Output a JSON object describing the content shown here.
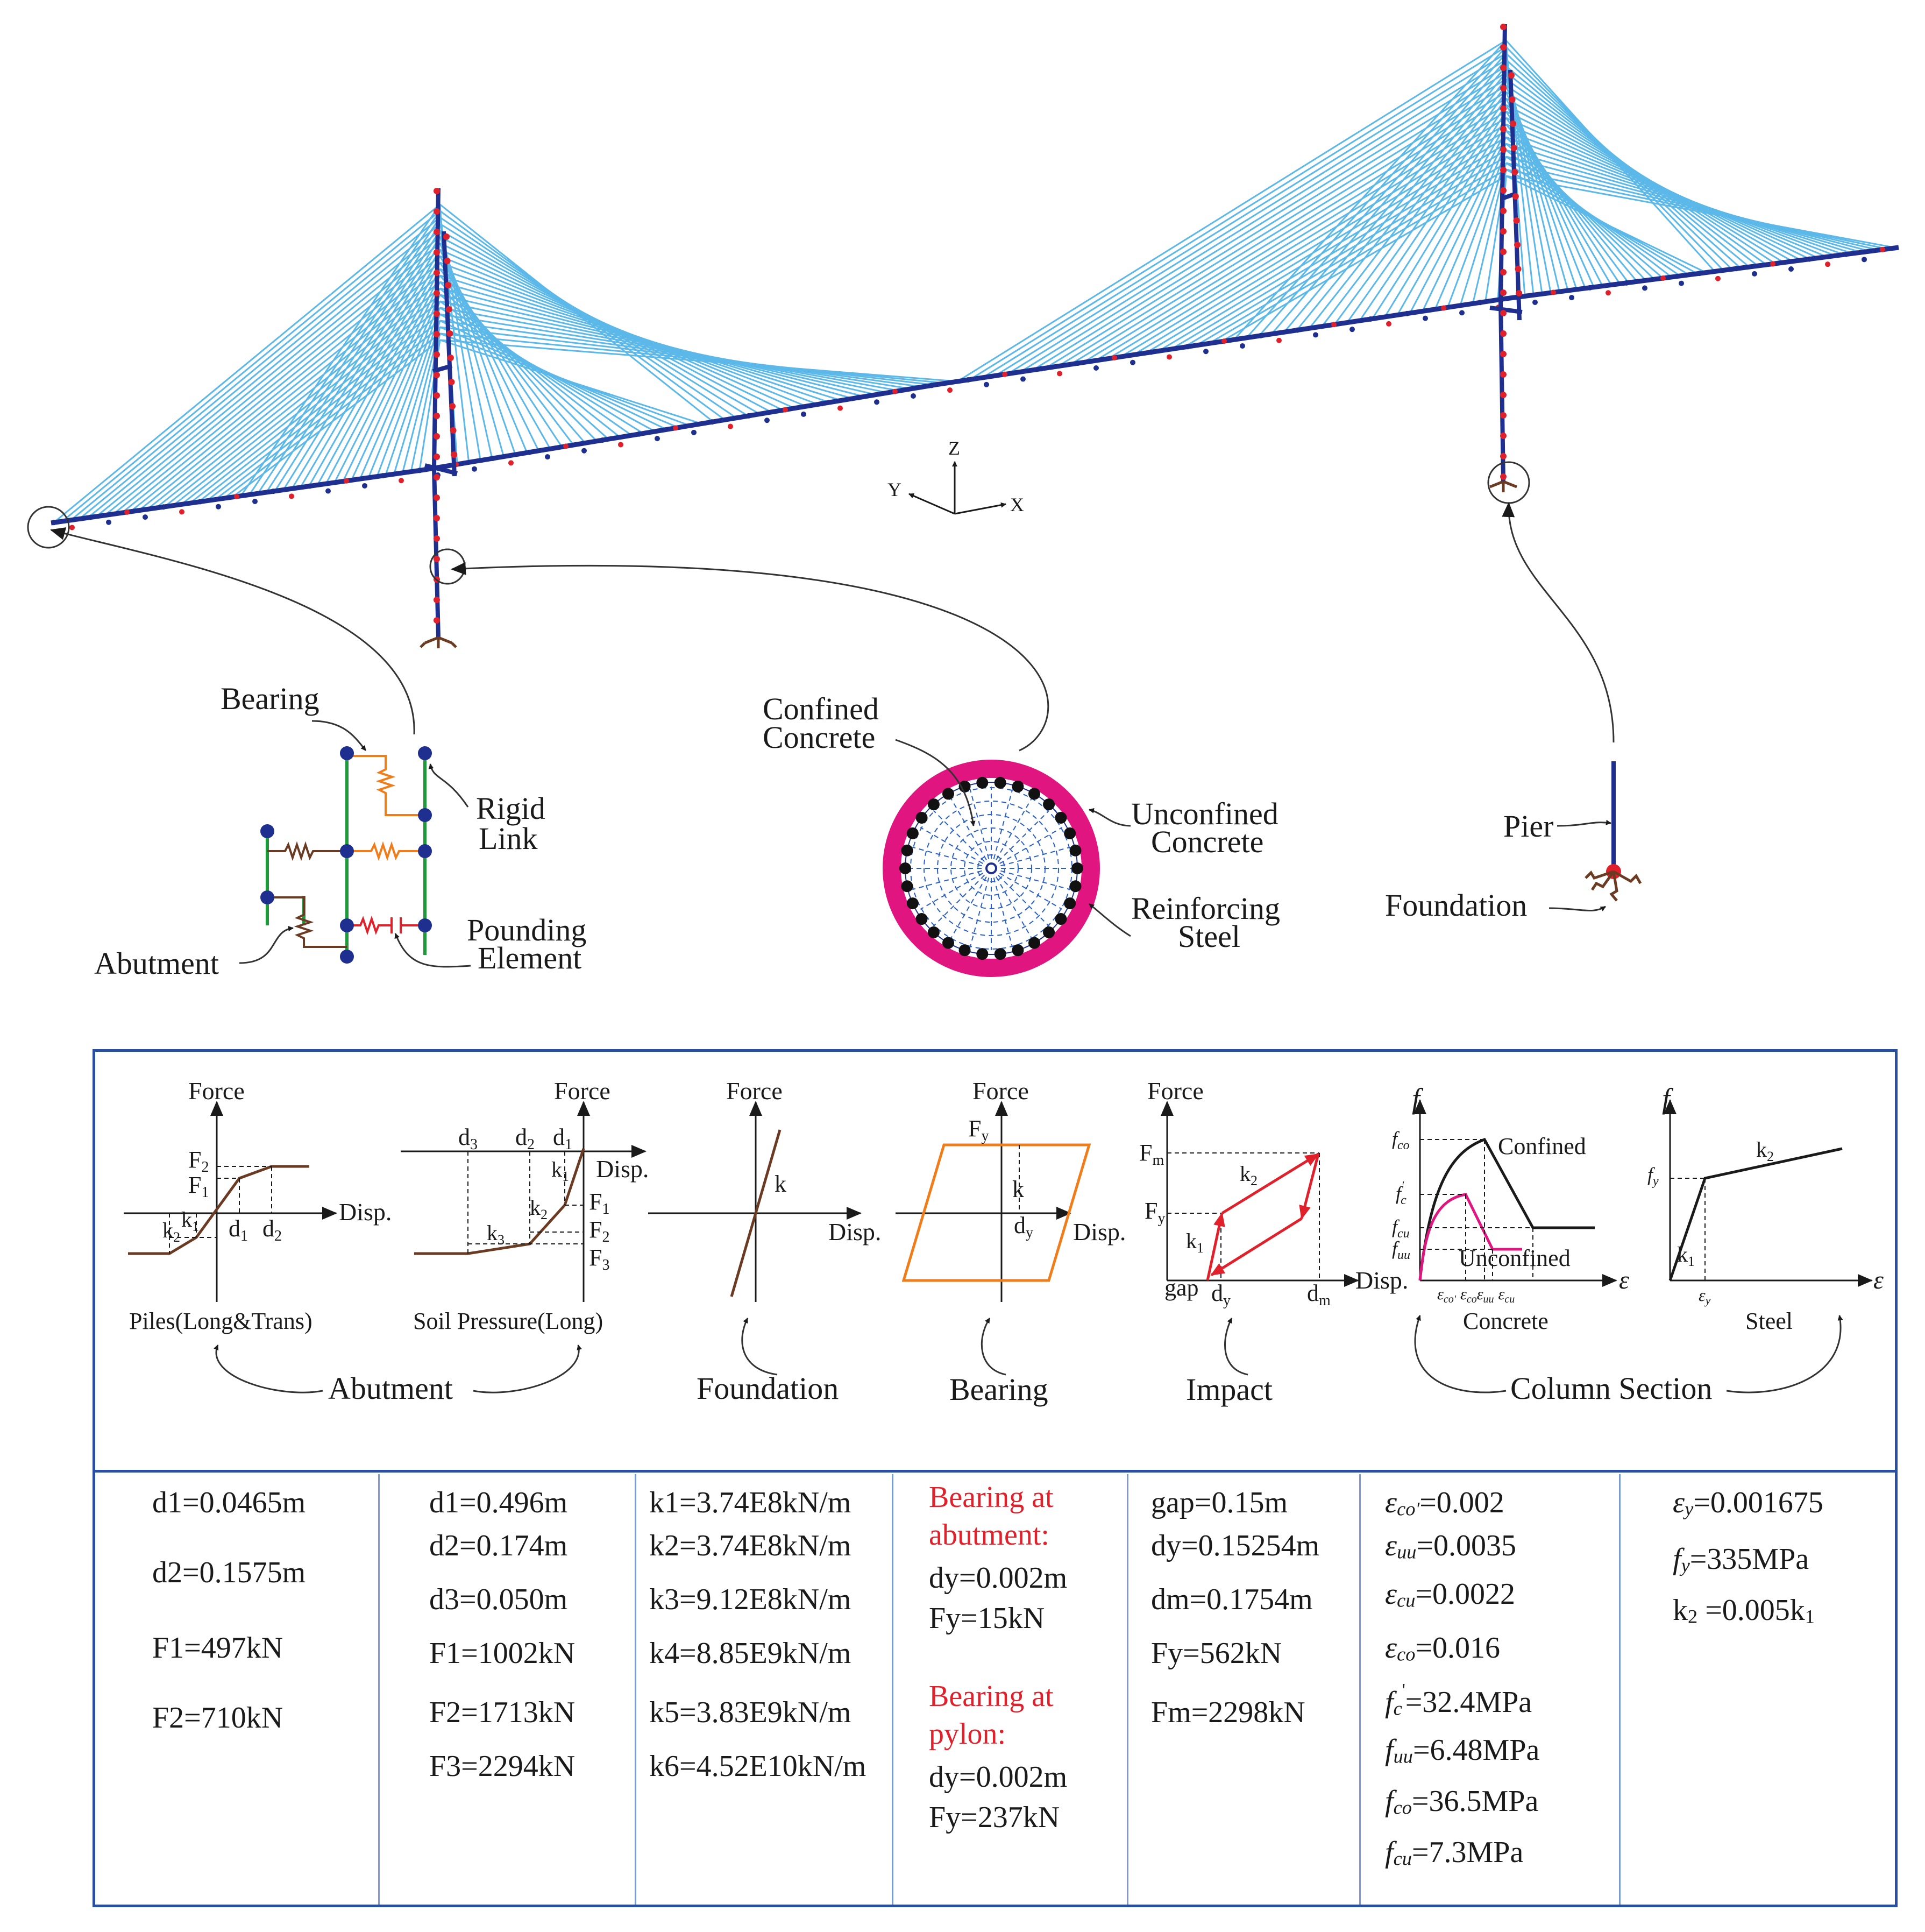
{
  "axes_triad": {
    "z": "Z",
    "y": "Y",
    "x": "X"
  },
  "bridge_callouts": {
    "bearing": "Bearing",
    "rigid_link_1": "Rigid",
    "rigid_link_2": "Link",
    "abutment": "Abutment",
    "pounding_1": "Pounding",
    "pounding_2": "Element",
    "confined_1": "Confined",
    "confined_2": "Concrete",
    "unconfined_1": "Unconfined",
    "unconfined_2": "Concrete",
    "reinforcing_1": "Reinforcing",
    "reinforcing_2": "Steel",
    "pier": "Pier",
    "foundation": "Foundation"
  },
  "plots": {
    "piles": {
      "ylabel": "Force",
      "xlabel": "Disp.",
      "F2": "F",
      "F1": "F",
      "d1": "d",
      "d2": "d",
      "k1": "k",
      "k2": "k",
      "caption": "Piles(Long&Trans)"
    },
    "soil": {
      "ylabel": "Force",
      "xlabel": "Disp.",
      "d3": "d",
      "d2": "d",
      "d1": "d",
      "k1": "k",
      "k2": "k",
      "k3": "k",
      "F1": "F",
      "F2": "F",
      "F3": "F",
      "caption": "Soil Pressure(Long)"
    },
    "abutment_group": "Abutment",
    "foundation": {
      "ylabel": "Force",
      "xlabel": "Disp.",
      "k": "k",
      "caption": "Foundation"
    },
    "bearing": {
      "ylabel": "Force",
      "xlabel": "Disp.",
      "Fy": "F",
      "k": "k",
      "dy": "d",
      "caption": "Bearing"
    },
    "impact": {
      "ylabel": "Force",
      "xlabel": "Disp.",
      "Fm": "F",
      "Fy": "F",
      "k1": "k",
      "k2": "k",
      "gap": "gap",
      "dy": "d",
      "dm": "d",
      "caption": "Impact"
    },
    "concrete": {
      "ylabel": "f",
      "xlabel": "ε",
      "confined": "Confined",
      "unconfined": "Unconfined",
      "caption": "Concrete"
    },
    "steel": {
      "ylabel": "f",
      "xlabel": "ε",
      "k1": "k",
      "k2": "k",
      "caption": "Steel"
    },
    "column_group": "Column Section"
  },
  "parameters": {
    "piles": [
      "d1=0.0465m",
      "d2=0.1575m",
      "F1=497kN",
      "F2=710kN"
    ],
    "soil": [
      "d1=0.496m",
      "d2=0.174m",
      "d3=0.050m",
      "F1=1002kN",
      "F2=1713kN",
      "F3=2294kN"
    ],
    "foundation": [
      "k1=3.74E8kN/m",
      "k2=3.74E8kN/m",
      "k3=9.12E8kN/m",
      "k4=8.85E9kN/m",
      "k5=3.83E9kN/m",
      "k6=4.52E10kN/m"
    ],
    "bearing": {
      "abutment_title_1": "Bearing at",
      "abutment_title_2": "abutment:",
      "abutment_dy": "dy=0.002m",
      "abutment_Fy": "Fy=15kN",
      "pylon_title_1": "Bearing at",
      "pylon_title_2": "pylon:",
      "pylon_dy": "dy=0.002m",
      "pylon_Fy": "Fy=237kN"
    },
    "impact": [
      "gap=0.15m",
      "dy=0.15254m",
      "dm=0.1754m",
      "Fy=562kN",
      "Fm=2298kN"
    ],
    "concrete": {
      "eco_prime": "=0.002",
      "euu": "=0.0035",
      "ecu": "=0.0022",
      "eco": "=0.016",
      "fc_prime": "=32.4MPa",
      "fuu": "=6.48MPa",
      "fco": "=36.5MPa",
      "fcu": "=7.3MPa"
    },
    "steel": {
      "ey": "=0.001675",
      "fy": "=335MPa",
      "k2": "=0.005k"
    }
  },
  "colors": {
    "cables": "#5bb8e8",
    "deck": "#1f2f8f",
    "nodes": "#e0202a",
    "bearing_spring": "#f07d1a",
    "pounding": "#e0202a",
    "column_shell": "#e0157f",
    "unconfined_curve": "#e0157f",
    "brown": "#6b3a22",
    "green_link": "#1f9a3a",
    "frame": "#2a4fa0"
  }
}
